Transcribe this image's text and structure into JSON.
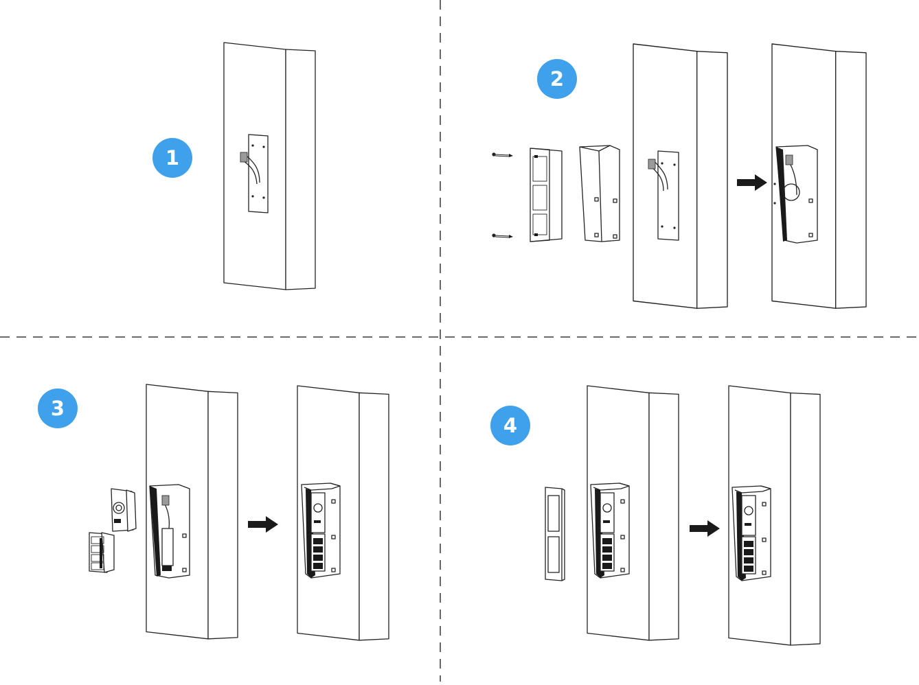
{
  "steps": [
    {
      "number": "1"
    },
    {
      "number": "2"
    },
    {
      "number": "3"
    },
    {
      "number": "4"
    }
  ],
  "colors": {
    "badge": "#3fa0ec",
    "line": "#222222",
    "divider": "#555555",
    "arrow": "#111111"
  },
  "icons": [
    "step-badge",
    "arrow-right-icon",
    "wall-panel",
    "mounting-plate",
    "flush-box",
    "rain-shield",
    "camera-module",
    "button-module",
    "nameplate-frame",
    "screw"
  ]
}
